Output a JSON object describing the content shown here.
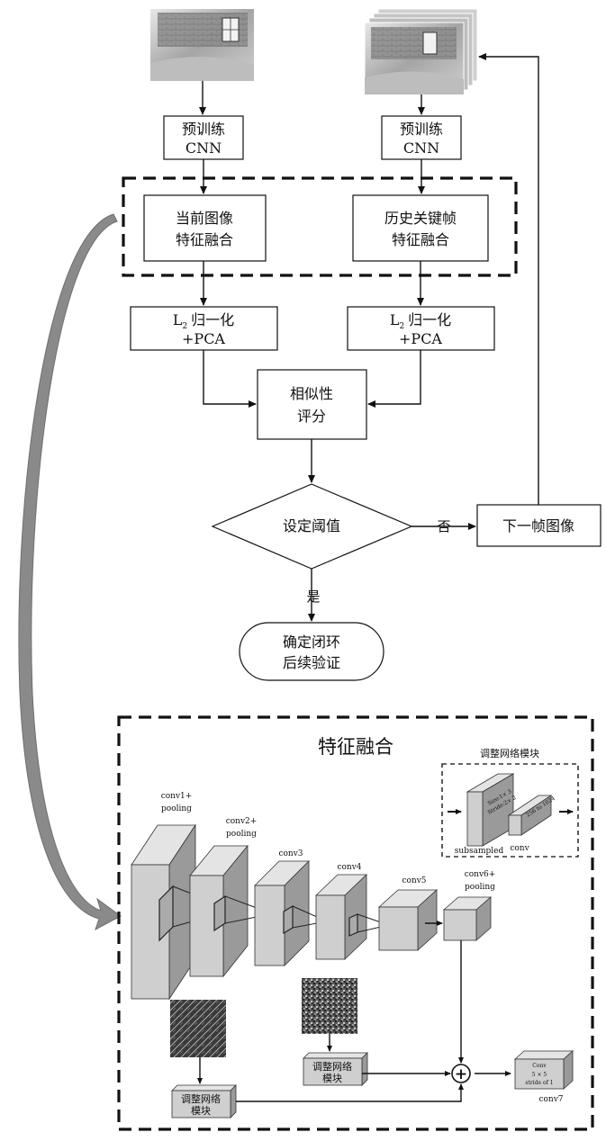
{
  "flow": {
    "cnn_left": [
      "预训练",
      "CNN"
    ],
    "cnn_right": [
      "预训练",
      "CNN"
    ],
    "fuse_left": [
      "当前图像",
      "特征融合"
    ],
    "fuse_right": [
      "历史关键帧",
      "特征融合"
    ],
    "l2_left": [
      "L",
      "2",
      "归一化",
      "+PCA"
    ],
    "l2_right": [
      "L",
      "2",
      "归一化",
      "+PCA"
    ],
    "similarity": [
      "相似性",
      "评分"
    ],
    "threshold": "设定阈值",
    "no_label": "否",
    "yes_label": "是",
    "next_frame": "下一帧图像",
    "confirm": [
      "确定闭环",
      "后续验证"
    ]
  },
  "fusion": {
    "title": "特征融合",
    "module_box_title": "调整网络模块",
    "module_subsampled": "subsampled",
    "module_conv": "conv",
    "module_size_text": "Size:1× 3",
    "module_stride_text": "Stride:2× 2",
    "module_conv_text": "256 to 1024",
    "layers": {
      "conv1": [
        "conv1+",
        "pooling"
      ],
      "conv2": [
        "conv2+",
        "pooling"
      ],
      "conv3": "conv3",
      "conv4": "conv4",
      "conv5": "conv5",
      "conv6": [
        "conv6+",
        "pooling"
      ],
      "conv7": "conv7"
    },
    "conv7_face": [
      "Conv",
      "5 × 5",
      "stride of 1"
    ],
    "module_left": [
      "调整网络",
      "模块"
    ],
    "module_mid": [
      "调整网络",
      "模块"
    ],
    "plus_symbol": "+"
  },
  "colors": {
    "line": "#111111",
    "block_face": "#cfcfcf",
    "block_side": "#9a9a9a",
    "block_top": "#e4e4e4",
    "big_arrow": "#8a8a8a"
  }
}
